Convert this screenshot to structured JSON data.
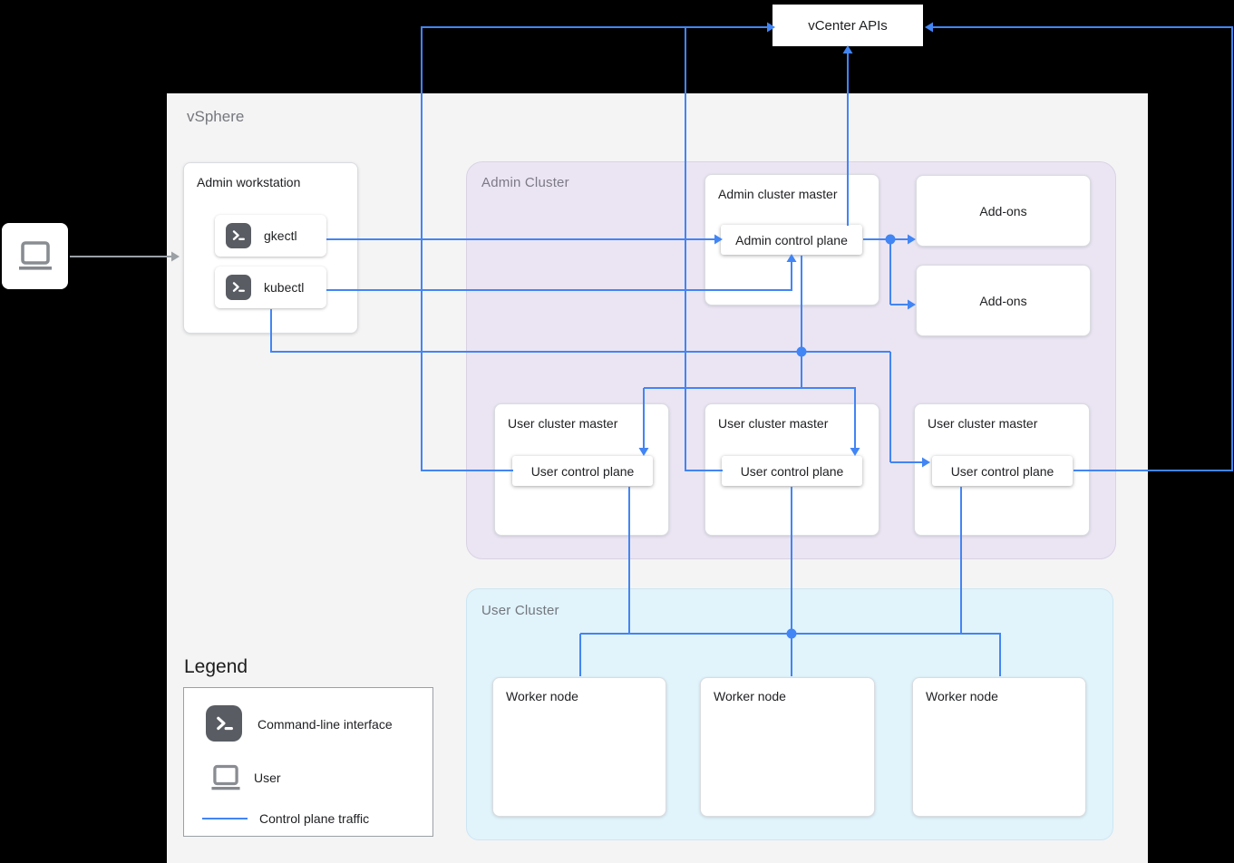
{
  "vcenter": {
    "label": "vCenter APIs"
  },
  "vsphere": {
    "label": "vSphere"
  },
  "admin_workstation": {
    "title": "Admin workstation",
    "tools": [
      {
        "label": "gkectl"
      },
      {
        "label": "kubectl"
      }
    ]
  },
  "admin_cluster": {
    "label": "Admin Cluster",
    "master": {
      "title": "Admin cluster master",
      "control_plane": "Admin control plane"
    },
    "addons": [
      {
        "label": "Add-ons"
      },
      {
        "label": "Add-ons"
      }
    ],
    "user_masters": [
      {
        "title": "User cluster master",
        "control_plane": "User control plane"
      },
      {
        "title": "User cluster master",
        "control_plane": "User control plane"
      },
      {
        "title": "User cluster master",
        "control_plane": "User control plane"
      }
    ]
  },
  "user_cluster": {
    "label": "User Cluster",
    "workers": [
      {
        "label": "Worker node"
      },
      {
        "label": "Worker node"
      },
      {
        "label": "Worker node"
      }
    ]
  },
  "legend": {
    "title": "Legend",
    "items": [
      {
        "icon": "terminal-icon",
        "label": "Command-line interface"
      },
      {
        "icon": "laptop-icon",
        "label": "User"
      },
      {
        "icon": "traffic-line",
        "label": "Control plane traffic"
      }
    ]
  },
  "colors": {
    "control_plane_traffic": "#4285f4",
    "user_arrow": "#9aa0a6"
  }
}
